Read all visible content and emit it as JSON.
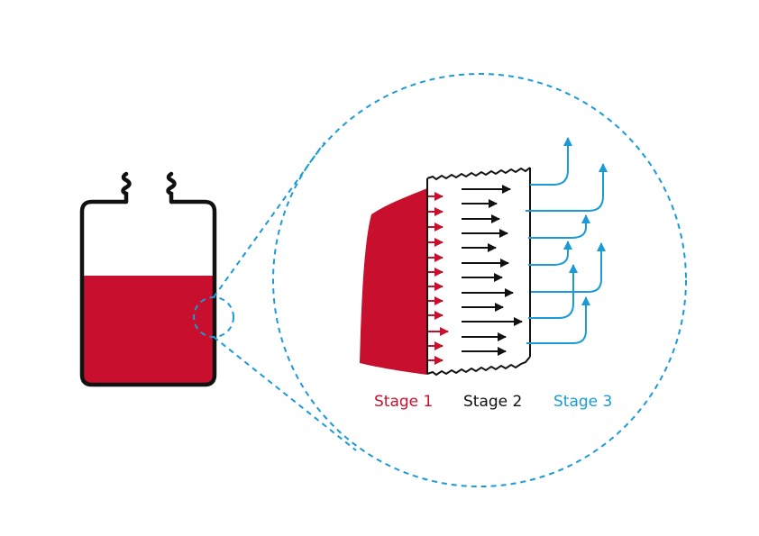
{
  "stages": [
    {
      "label": "Stage 1",
      "color": "#c8102e"
    },
    {
      "label": "Stage 2",
      "color": "#111111"
    },
    {
      "label": "Stage 3",
      "color": "#1a9bd7"
    }
  ],
  "colors": {
    "liquid": "#c8102e",
    "outline": "#111111",
    "zoom": "#1a9bd7"
  }
}
